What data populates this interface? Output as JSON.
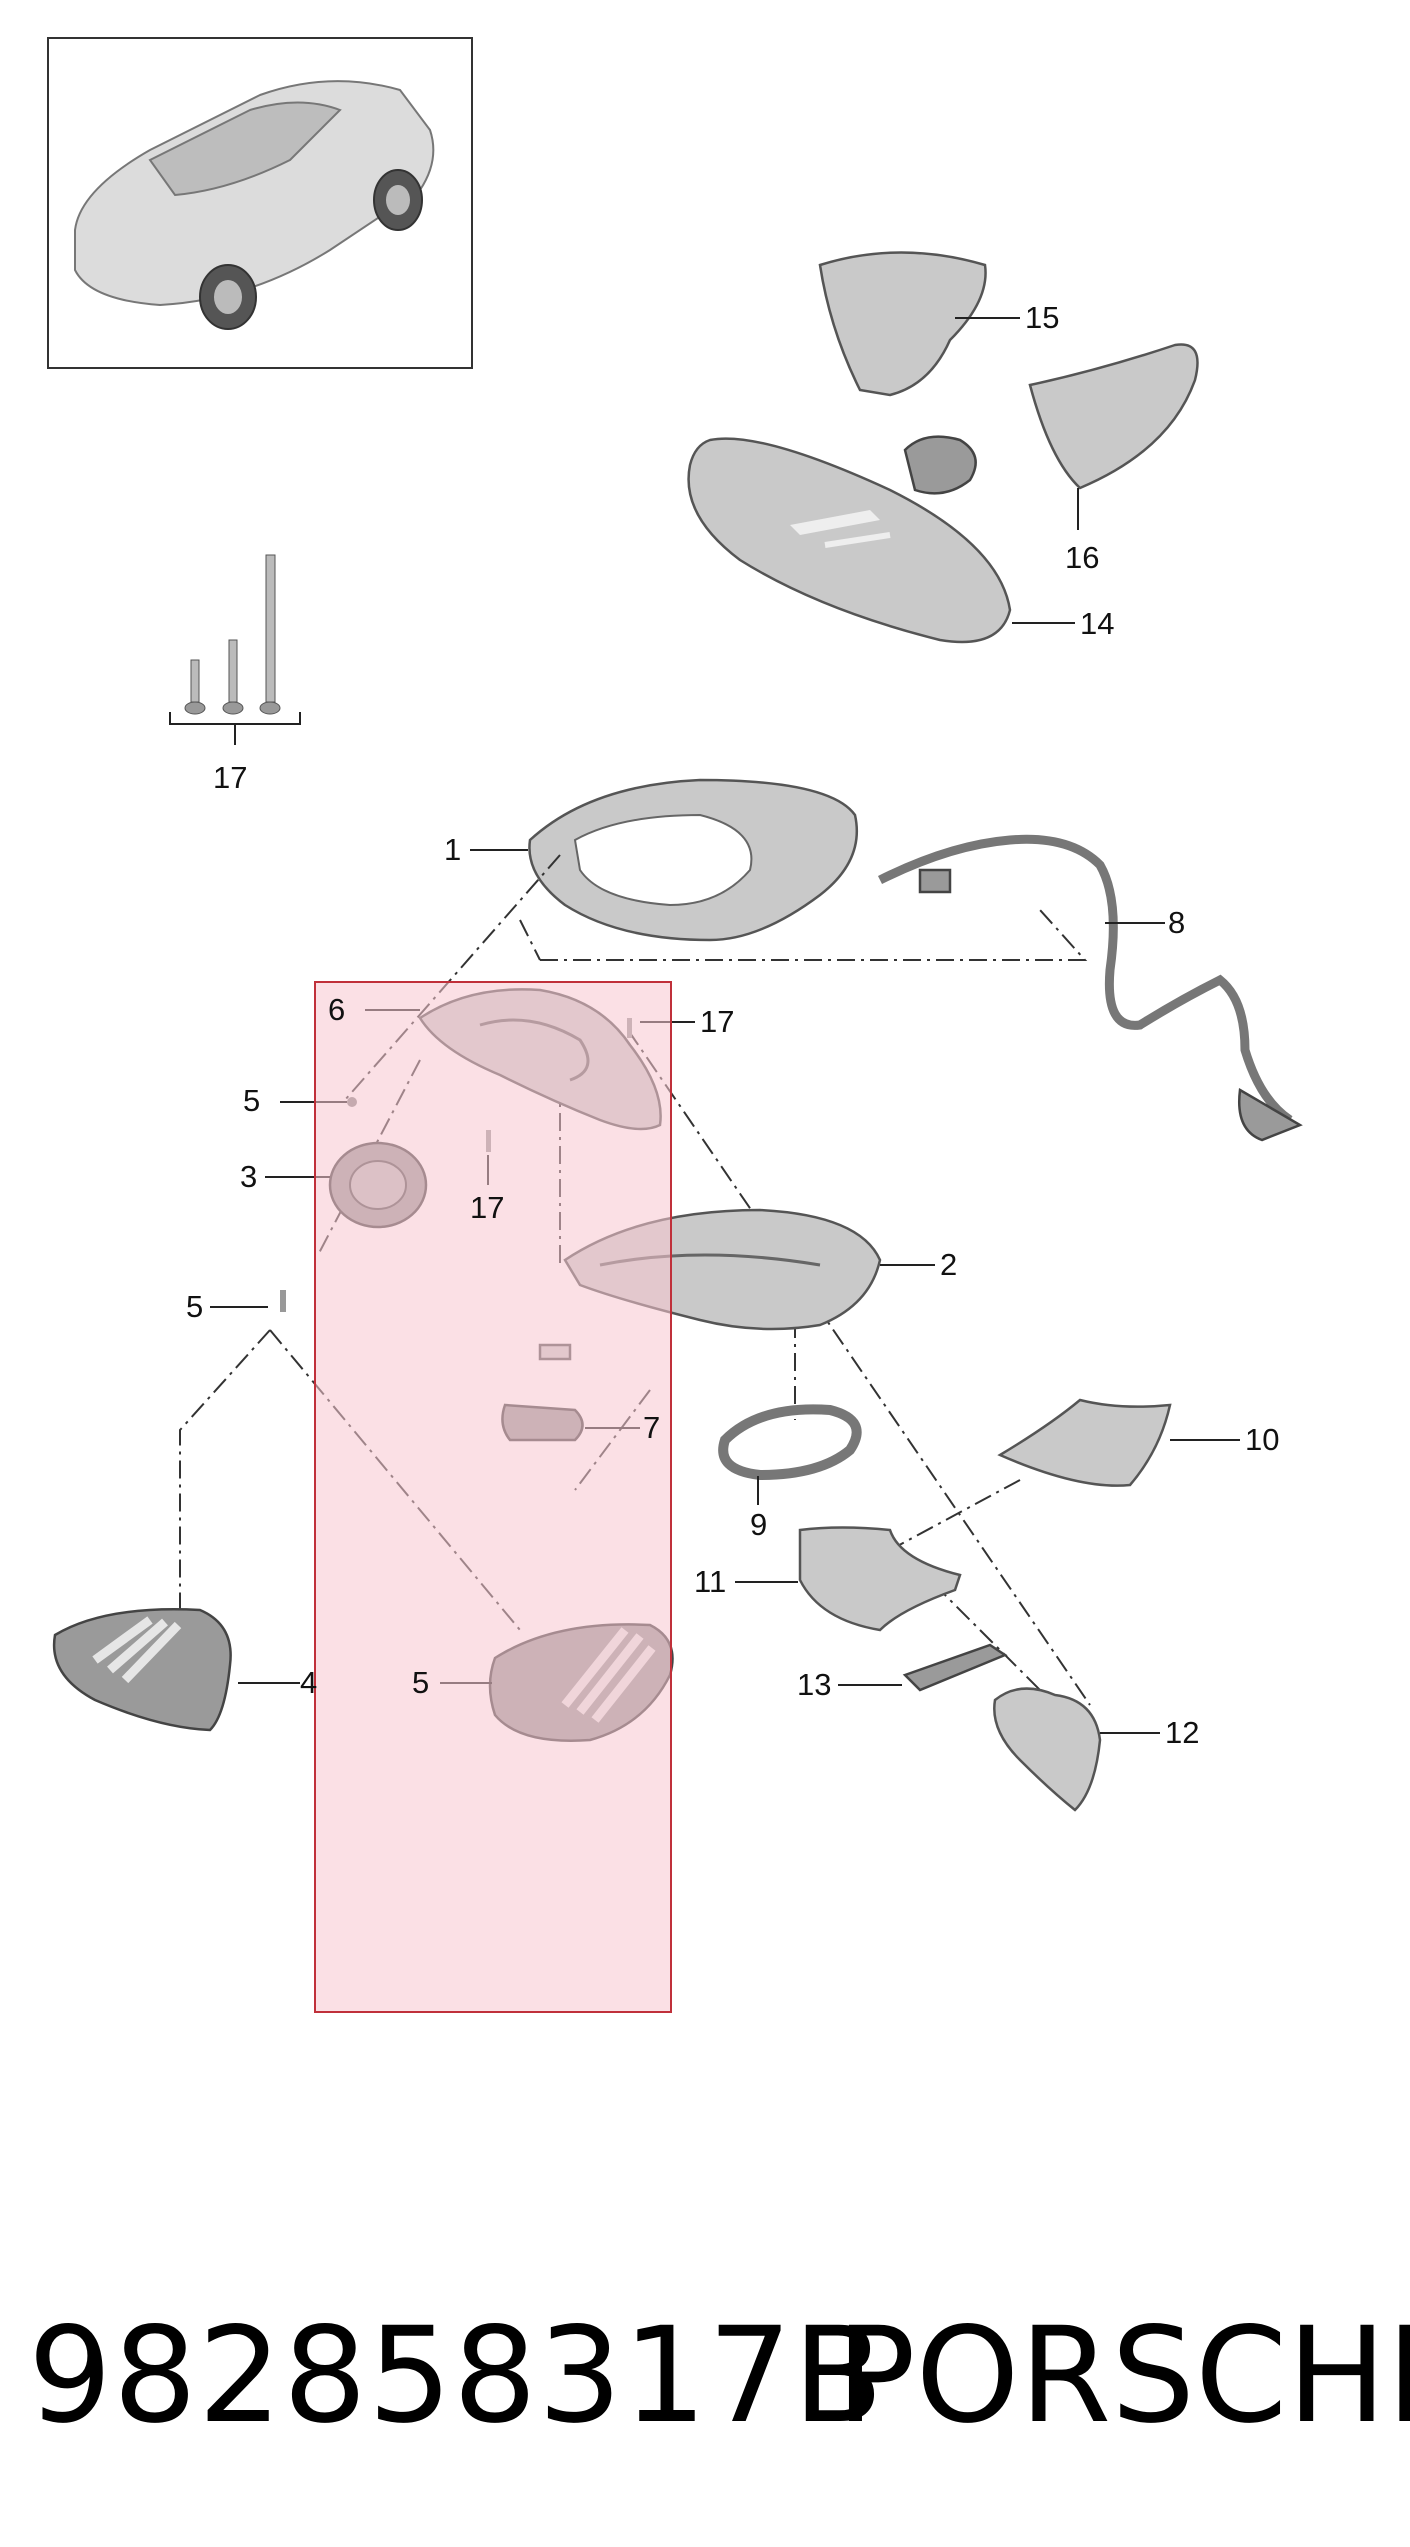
{
  "callouts": {
    "c1": "1",
    "c2": "2",
    "c3": "3",
    "c4": "4",
    "c5a": "5",
    "c5b": "5",
    "c5c": "5",
    "c6": "6",
    "c7": "7",
    "c8": "8",
    "c9": "9",
    "c10": "10",
    "c11": "11",
    "c12": "12",
    "c13": "13",
    "c14": "14",
    "c15": "15",
    "c16": "16",
    "c17a": "17",
    "c17b": "17",
    "c17c": "17"
  },
  "footer": {
    "part_number": "982858317B",
    "brand": "PORSCHE"
  },
  "colors": {
    "highlight_fill": "#f7c6d0",
    "highlight_stroke": "#c0303a",
    "part_fill": "#c9c9c9"
  }
}
